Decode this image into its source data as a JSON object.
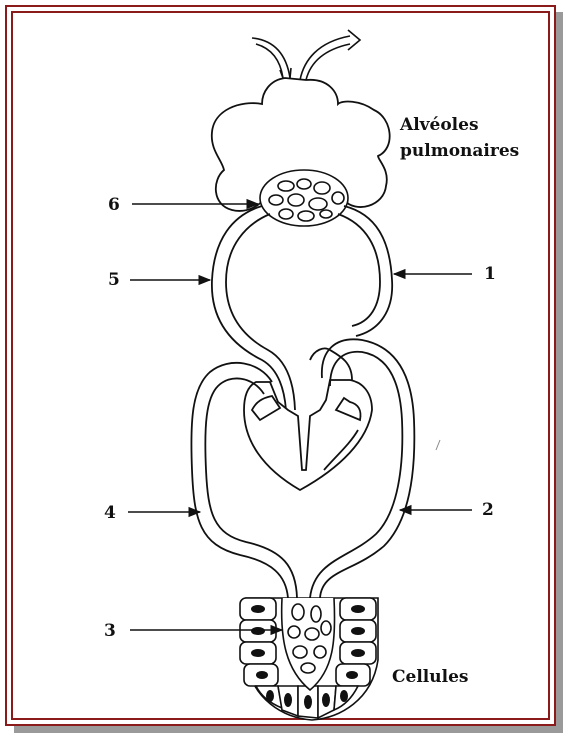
{
  "labels": {
    "alveoles_line1": "Alvéoles",
    "alveoles_line2": "pulmonaires",
    "cellules": "Cellules"
  },
  "numbers": [
    "1",
    "2",
    "3",
    "4",
    "5",
    "6"
  ],
  "colors": {
    "frame": "#8b1a1a",
    "shadow": "#9a9a9a",
    "ink": "#111111"
  }
}
